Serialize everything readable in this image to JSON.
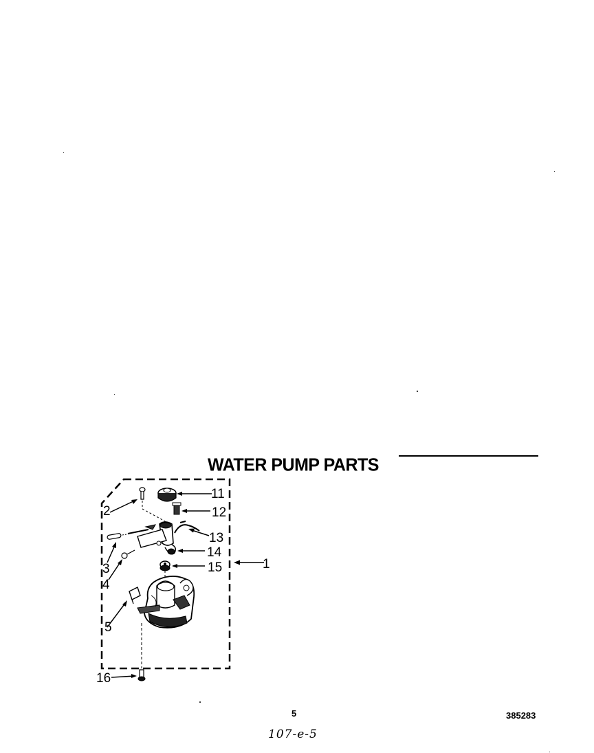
{
  "title": "WATER PUMP PARTS",
  "page_number": "5",
  "document_number": "385283",
  "handwritten_note": "107-e-5",
  "callouts": {
    "c1": "1",
    "c2": "2",
    "c3": "3",
    "c4": "4",
    "c5": "5",
    "c11": "11",
    "c12": "12",
    "c13": "13",
    "c14": "14",
    "c15": "15",
    "c16": "16"
  }
}
